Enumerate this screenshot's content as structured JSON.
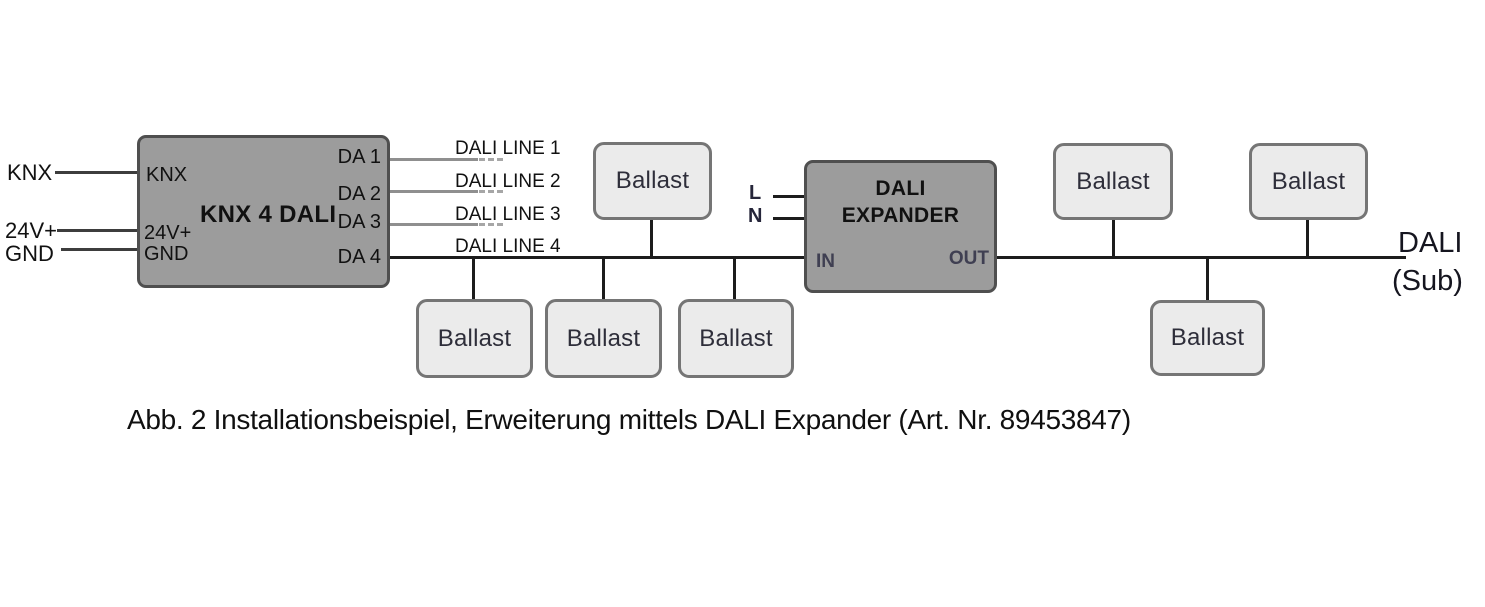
{
  "diagram": {
    "left_inputs": {
      "knx": "KNX",
      "v24": "24V+",
      "gnd": "GND"
    },
    "gateway": {
      "title": "KNX 4 DALI",
      "port_knx": "KNX",
      "port_24v": "24V+",
      "port_gnd": "GND",
      "ports_out": [
        "DA 1",
        "DA 2",
        "DA 3",
        "DA 4"
      ]
    },
    "dali_lines": [
      "DALI LINE 1",
      "DALI LINE 2",
      "DALI LINE 3",
      "DALI LINE 4"
    ],
    "expander": {
      "title_line1": "DALI",
      "title_line2": "EXPANDER",
      "port_in": "IN",
      "port_out": "OUT",
      "mains_l": "L",
      "mains_n": "N"
    },
    "ballasts": [
      "Ballast",
      "Ballast",
      "Ballast",
      "Ballast",
      "Ballast",
      "Ballast",
      "Ballast"
    ],
    "bus_label": {
      "line1": "DALI",
      "line2": "(Sub)"
    },
    "colors": {
      "device_fill": "#9c9c9c",
      "device_border": "#4f4f4f",
      "ballast_fill": "#ebebeb",
      "ballast_border": "#757575",
      "wire": "#1c1c1c"
    }
  },
  "caption": {
    "text": "Abb. 2 Installationsbeispiel, Erweiterung mittels DALI Expander (Art. Nr. 89453847)"
  }
}
